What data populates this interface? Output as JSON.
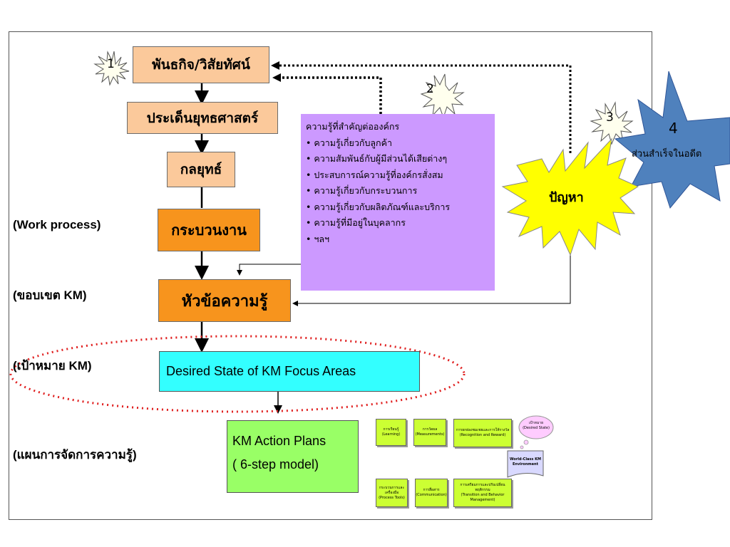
{
  "flow": {
    "mission": "พันธกิจ/วิสัยทัศน์",
    "strategic_issues": "ประเด็นยุทธศาสตร์",
    "strategy": "กลยุทธ์",
    "work_process": "กระบวนงาน",
    "knowledge_topic": "หัวข้อความรู้",
    "desired_state": "Desired State of KM Focus Areas",
    "action_plans_line1": "KM Action Plans",
    "action_plans_line2": "( 6-step model)"
  },
  "side_labels": {
    "work_process": "(Work process)",
    "km_scope": "(ขอบเขต KM)",
    "km_target": "(เป้าหมาย KM)",
    "km_plan": "(แผนการจัดการความรู้)"
  },
  "knowledge_box": {
    "title": "ความรู้ที่สำคัญต่อองค์กร",
    "items": [
      "ความรู้เกี่ยวกับลูกค้า",
      "ความสัมพันธ์กับผู้มีส่วนได้เสียต่างๆ",
      "ประสบการณ์ความรู้ที่องค์กรสั่งสม",
      "ความรู้เกี่ยวกับกระบวนการ",
      "ความรู้เกี่ยวกับผลิตภัณฑ์และบริการ",
      "ความรู้ที่มีอยู่ในบุคลากร",
      "ฯลฯ"
    ]
  },
  "badges": {
    "b1": "1",
    "b2": "2",
    "b3": "3",
    "b4_number": "4",
    "b4_text": "ส่วนสำเร็จในอดีต",
    "problem": "ปัญหา"
  },
  "mini_model": {
    "learning_th": "การเรียนรู้",
    "learning_en": "(Learning)",
    "measure_th": "การวัดผล",
    "measure_en": "(Measurements)",
    "reward_th": "การยกย่องชมเชยและการให้รางวัล",
    "reward_en": "(Recognition and Reward)",
    "goal_th": "เป้าหมาย",
    "goal_en": "(Desired State)",
    "env": "World-Class KM Environment",
    "tools_th": "กระบวนการและเครื่องมือ",
    "tools_en": "(Process Tools)",
    "comm_th": "การสื่อสาร",
    "comm_en": "(Communication)",
    "change_th": "การเตรียมการและปรับเปลี่ยนพฤติกรรม",
    "change_en": "(Transition and Behavior Management)"
  },
  "colors": {
    "peach": "#fbc99b",
    "orange": "#f7941d",
    "purple": "#cc99ff",
    "cyan": "#33ffff",
    "green": "#99ff66",
    "yellow_star": "#ffff00",
    "blue_star": "#4f81bd",
    "ellipse": "#e02020"
  }
}
